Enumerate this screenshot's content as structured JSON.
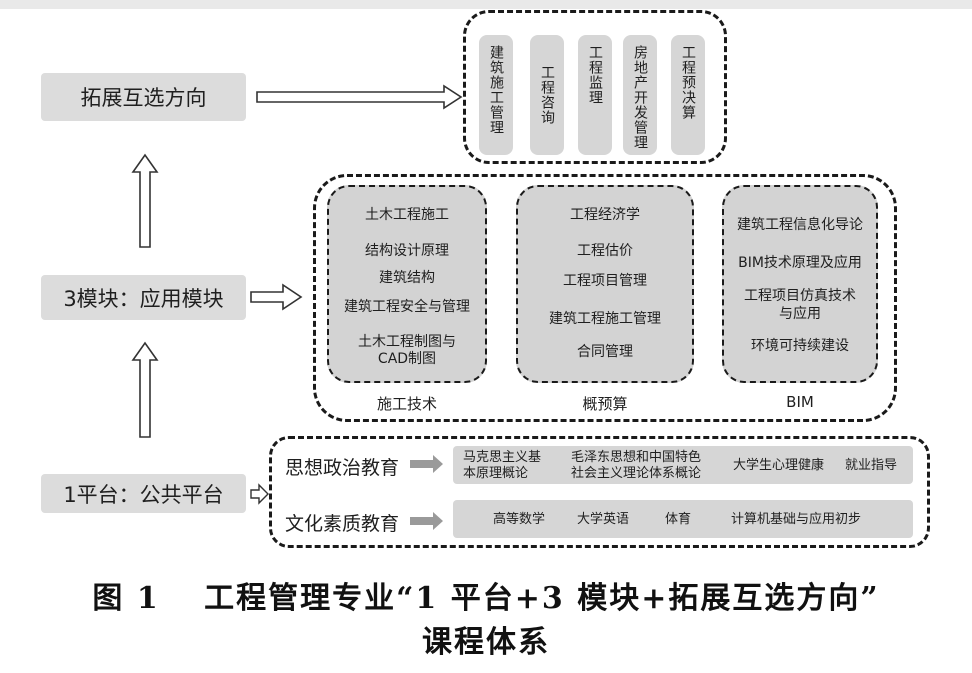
{
  "levels": {
    "top": "拓展互选方向",
    "middle": "3模块：应用模块",
    "bottom": "1平台：公共平台"
  },
  "directions": [
    "建筑施工管理",
    "工程咨询",
    "工程监理",
    "房地产开发管理",
    "工程预决算"
  ],
  "modules": [
    {
      "label": "施工技术",
      "items": [
        "土木工程施工",
        "结构设计原理",
        "建筑结构",
        "建筑工程安全与管理",
        "土木工程制图与",
        "CAD制图"
      ]
    },
    {
      "label": "概预算",
      "items": [
        "工程经济学",
        "工程估价",
        "工程项目管理",
        "建筑工程施工管理",
        "合同管理"
      ]
    },
    {
      "label": "BIM",
      "items": [
        "建筑工程信息化导论",
        "BIM技术原理及应用",
        "工程项目仿真技术",
        "与应用",
        "环境可持续建设"
      ]
    }
  ],
  "platform": {
    "political": {
      "title": "思想政治教育",
      "courses": [
        "马克思主义基",
        "本原理概论",
        "毛泽东思想和中国特色",
        "社会主义理论体系概论",
        "大学生心理健康",
        "就业指导"
      ]
    },
    "culture": {
      "title": "文化素质教育",
      "courses": [
        "高等数学",
        "大学英语",
        "体育",
        "计算机基础与应用初步"
      ]
    }
  },
  "caption": {
    "line1": "图 1　 工程管理专业“1 平台+3 模块+拓展互选方向”",
    "line2": "课程体系"
  }
}
